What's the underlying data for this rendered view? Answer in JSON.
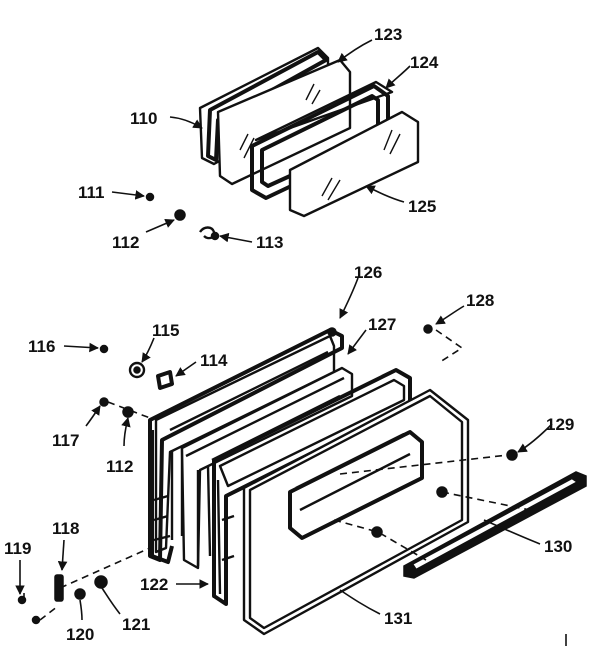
{
  "callouts": {
    "c110": "110",
    "c111": "111",
    "c112a": "112",
    "c113": "113",
    "c123": "123",
    "c124": "124",
    "c125": "125",
    "c126": "126",
    "c127": "127",
    "c128": "128",
    "c116": "116",
    "c115": "115",
    "c114": "114",
    "c117": "117",
    "c112b": "112",
    "c129": "129",
    "c119": "119",
    "c118": "118",
    "c120": "120",
    "c121": "121",
    "c122": "122",
    "c130": "130",
    "c131": "131"
  }
}
